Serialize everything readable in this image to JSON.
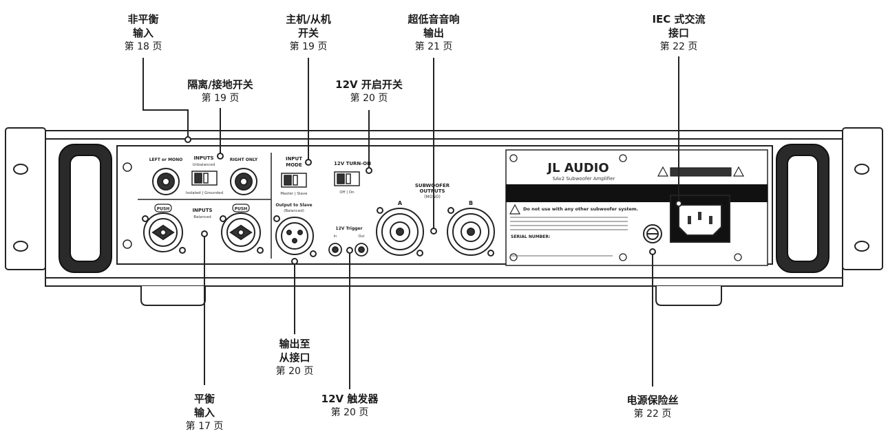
{
  "callouts": {
    "unbalanced": {
      "line1": "非平衡",
      "line2": "输入",
      "page": "第 18 页"
    },
    "master_slave": {
      "line1": "主机/从机",
      "line2": "开关",
      "page": "第 19 页"
    },
    "sub_outputs": {
      "line1": "超低音音响",
      "line2": "输出",
      "page": "第 21 页"
    },
    "iec": {
      "line1": "IEC 式交流",
      "line2": "接口",
      "page": "第 22 页"
    },
    "isolation": {
      "line1": "隔离/接地开关",
      "page": "第 19 页"
    },
    "turn_on": {
      "line1": "12V 开启开关",
      "page": "第 20 页"
    },
    "output_slave": {
      "line1": "输出至",
      "line2": "从接口",
      "page": "第 20 页"
    },
    "trigger": {
      "line1": "12V 触发器",
      "page": "第 20 页"
    },
    "balanced": {
      "line1": "平衡",
      "line2": "输入",
      "page": "第 17 页"
    },
    "fuse": {
      "line1": "电源保险丝",
      "page": "第 22 页"
    }
  },
  "panel": {
    "left_or_mono": "LEFT or MONO",
    "inputs_unbal": "INPUTS",
    "unbalanced": "Unbalanced",
    "right_only": "RIGHT ONLY",
    "isolated_grounded": "Isolated | Grounded",
    "push": "PUSH",
    "inputs_bal": "INPUTS",
    "balanced": "Balanced",
    "input": "INPUT",
    "mode": "MODE",
    "master_slave": "Master | Slave",
    "output_to_slave": "Output to Slave",
    "balanced_paren": "(Balanced)",
    "turn_on": "12V TURN-ON",
    "off_on": "Off | On",
    "trigger": "12V Trigger",
    "trig_in": "In",
    "trig_out": "Out",
    "subwoofer": "SUBWOOFER",
    "outputs": "OUTPUTS",
    "mono": "(MONO)",
    "a": "A",
    "b": "B",
    "brand": "JL AUDIO",
    "model": "SAv2 Subwoofer Amplifier",
    "warning": "Do not use with any other subwoofer system.",
    "serial": "SERIAL NUMBER:"
  }
}
